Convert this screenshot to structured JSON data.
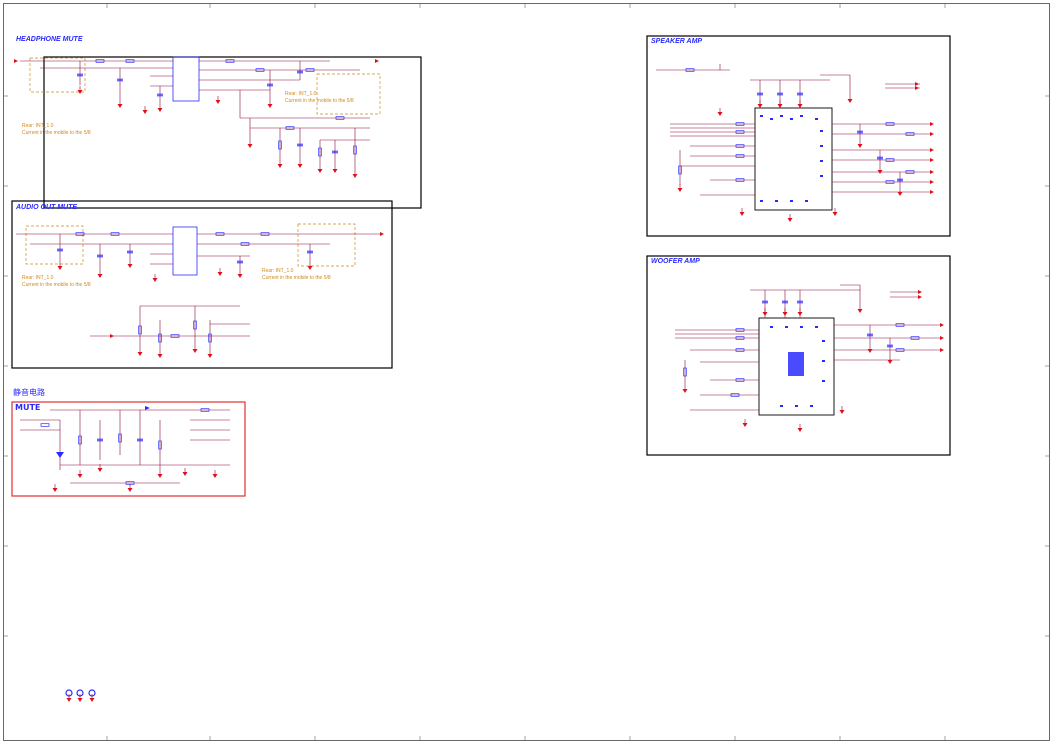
{
  "sections": {
    "headphone_mute": "HEADPHONE MUTE",
    "audio_out_mute": "AUDIO OUT MUTE",
    "speaker_amp": "SPEAKER AMP",
    "woofer_amp": "WOOFER AMP",
    "mute_block_cn": "静音电路",
    "mute_block": "MUTE"
  },
  "notes": {
    "hp_note_left_1": "Rear: INT_1.0",
    "hp_note_left_2": "Current in the mobile to the 5/8",
    "hp_note_right_1": "Rear: INT_1.0",
    "hp_note_right_2": "Current in the mobile to the 5/8",
    "ao_note_left_1": "Rear: INT_1.0",
    "ao_note_left_2": "Current in the mobile to the 5/8",
    "ao_note_right_1": "Rear: INT_1.0",
    "ao_note_right_2": "Current in the mobile to the 5/8"
  },
  "colors": {
    "wire": "#8b0a3a",
    "component": "#2a2aff",
    "ground": "#e0101a",
    "frame": "#000000",
    "mute_frame": "#e03030",
    "annotation": "#d08a20"
  }
}
